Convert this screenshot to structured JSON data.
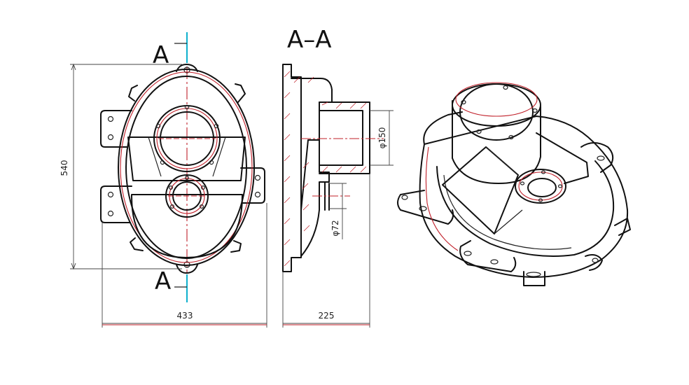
{
  "views": {
    "front": {
      "section_mark_top": "A",
      "section_mark_bottom": "A"
    },
    "section": {
      "title": "A–A"
    }
  },
  "dimensions": {
    "height": "540",
    "width": "433",
    "depth": "225",
    "outlet_diameter": "φ150",
    "inlet_diameter": "φ72"
  },
  "colors": {
    "outline": "#111111",
    "construction": "#c0202a",
    "section_line": "#17b3cf"
  }
}
